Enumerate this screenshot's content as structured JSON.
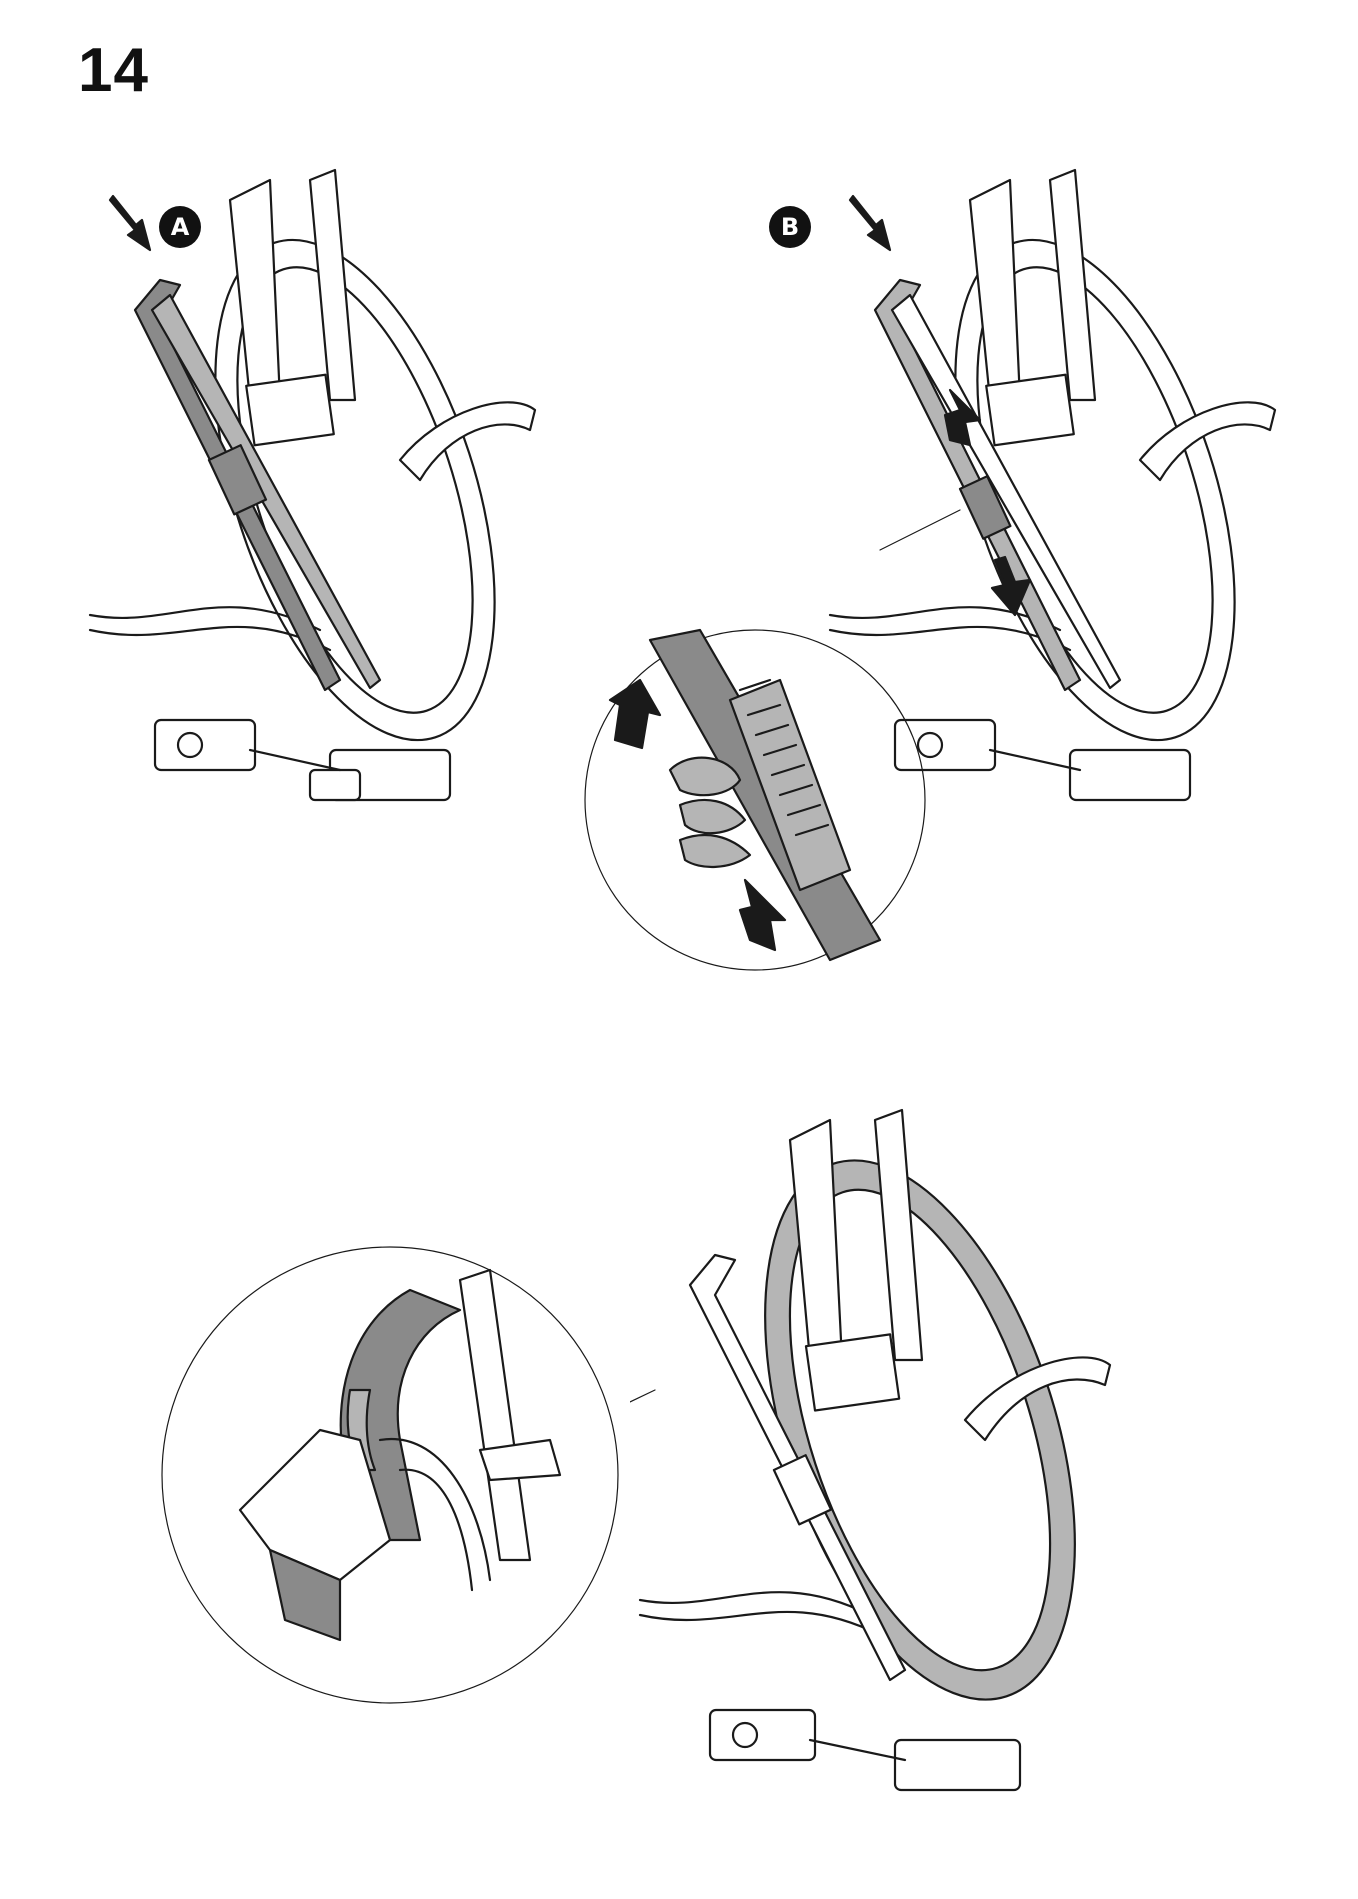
{
  "step": {
    "number": "14"
  },
  "panels": [
    {
      "id": "A",
      "label": "A"
    },
    {
      "id": "B",
      "label": "B"
    }
  ],
  "colors": {
    "line": "#1a1a1a",
    "fill_grey": "#8a8a8a",
    "fill_light": "#b5b5b5",
    "paper": "#ffffff"
  }
}
